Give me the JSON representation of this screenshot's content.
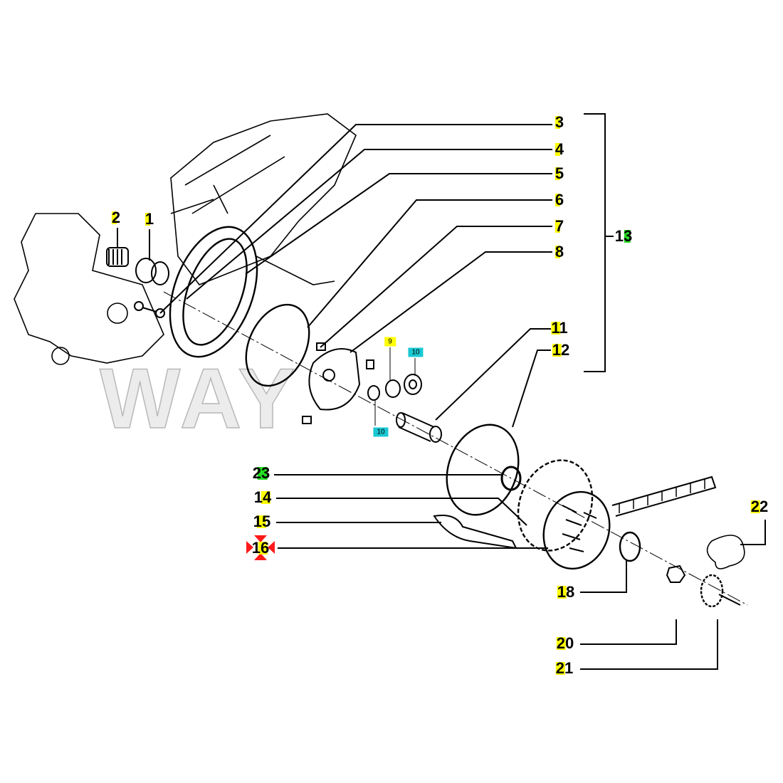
{
  "watermark": "WAY",
  "colors": {
    "yellow": "#ffff00",
    "green": "#22dd22",
    "cyan": "#19c8d2",
    "red": "#ff1a1a",
    "line": "#000000"
  },
  "labels": {
    "l1": "1",
    "l2": "2",
    "l3": "3",
    "l4": "4",
    "l5": "5",
    "l6": "6",
    "l7": "7",
    "l8": "8",
    "l9": "9",
    "l10a": "10",
    "l10b": "10",
    "l11": "11",
    "l12": "12",
    "l13": "13",
    "l14": "14",
    "l15": "15",
    "l16": "16",
    "l18": "18",
    "l20": "20",
    "l21": "21",
    "l22": "22",
    "l23": "23"
  }
}
